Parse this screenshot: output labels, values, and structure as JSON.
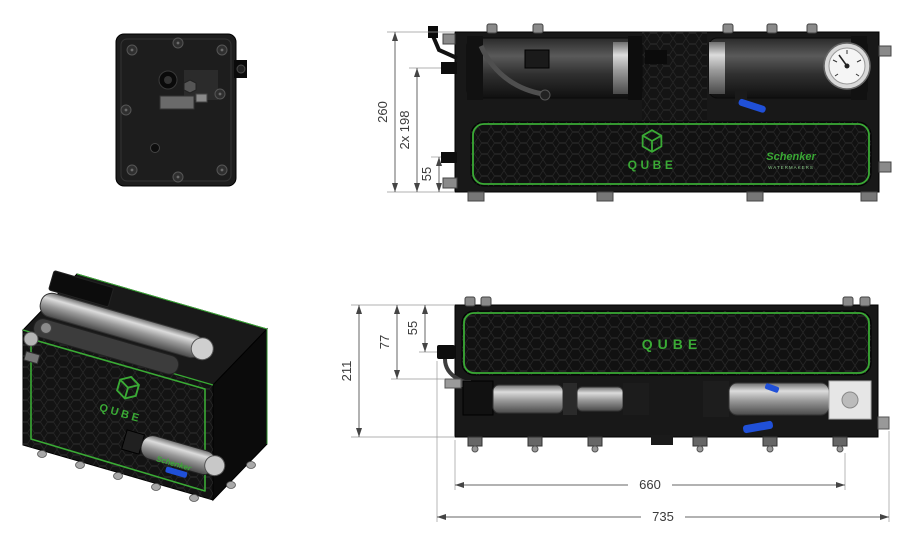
{
  "brand": {
    "logo": "QUBE",
    "manufacturer": "Schenker",
    "manufacturer_sub": "WATERMAKERS"
  },
  "colors": {
    "accent_green": "#3aaa35",
    "body_black": "#151515",
    "dimension_text": "#3b3b3b"
  },
  "front_view": {
    "dim_total_height": "260",
    "dim_pair": "2x 198",
    "dim_offset": "55"
  },
  "side_view": {
    "dim_offset_a": "55",
    "dim_offset_b": "77",
    "dim_height": "211",
    "dim_width_inner": "660",
    "dim_width_overall": "735"
  }
}
